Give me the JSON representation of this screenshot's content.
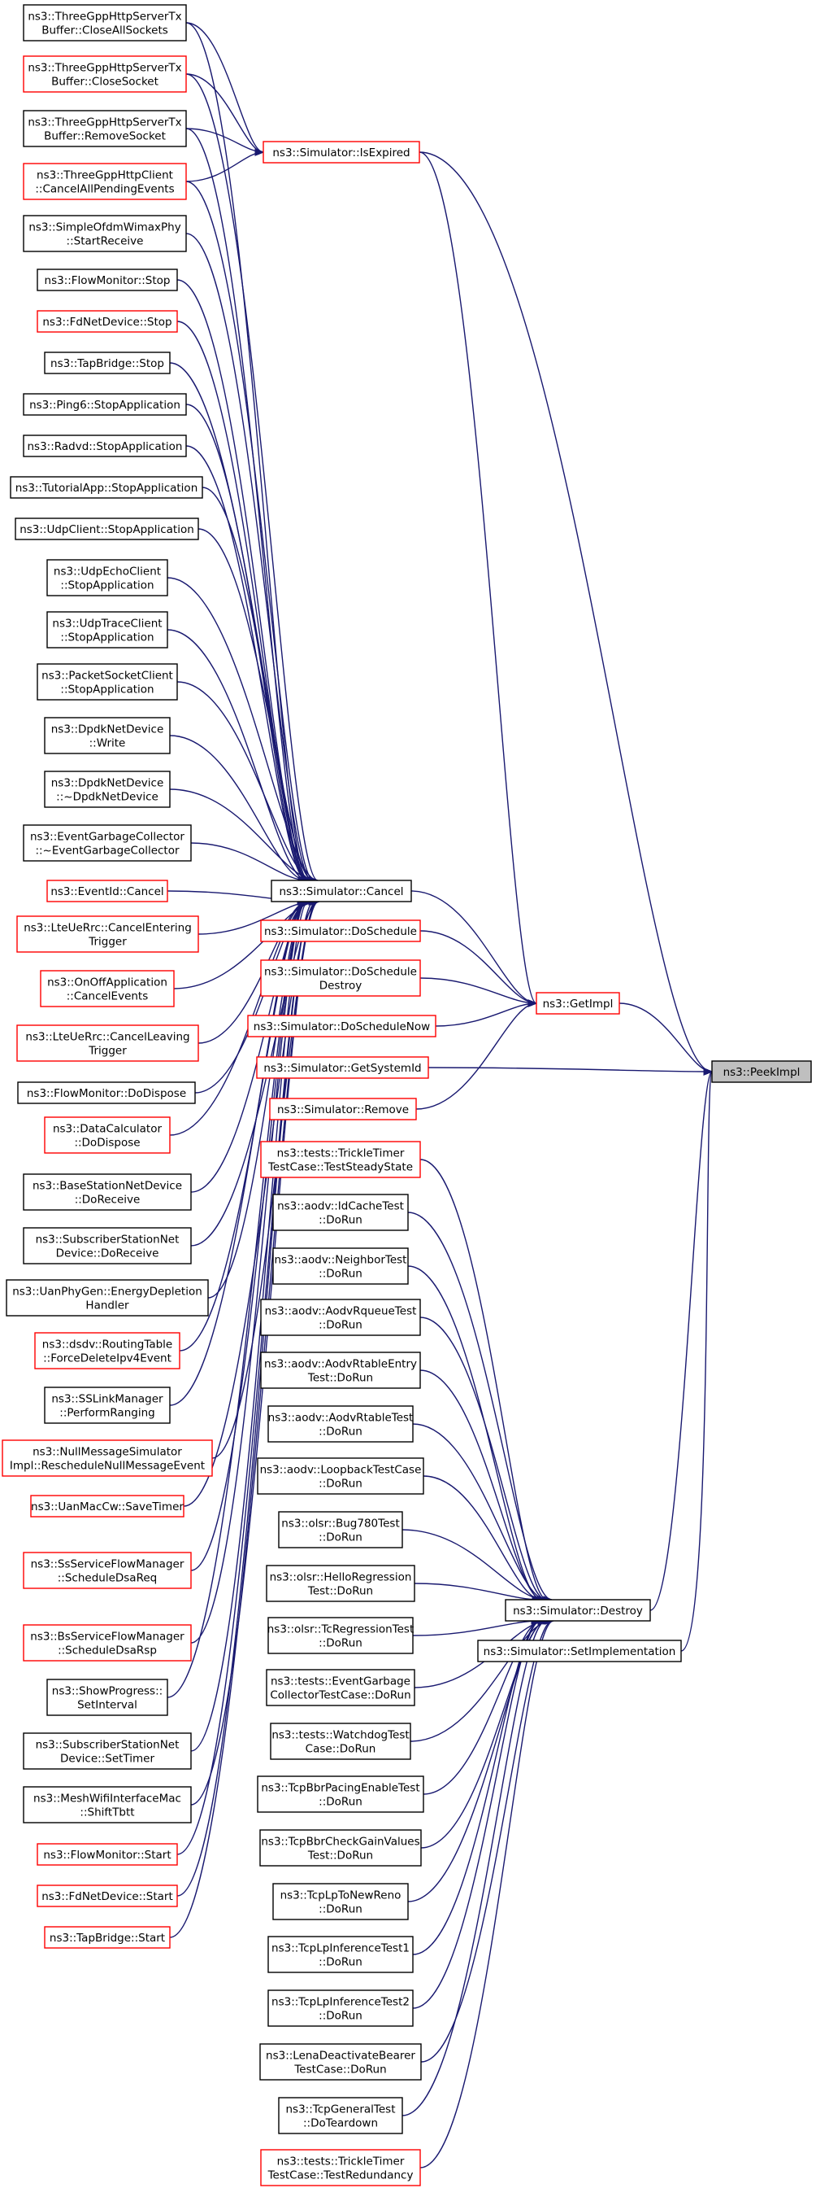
{
  "colors": {
    "edge": "#191970",
    "node_border_black": "#000000",
    "node_border_red": "#ff0000",
    "highlight_fill": "#bfbfbf"
  },
  "nodes": [
    {
      "id": "peekimpl",
      "lines": [
        "ns3::PeekImpl"
      ],
      "border": "black",
      "highlight": true
    },
    {
      "id": "isexpired",
      "lines": [
        "ns3::Simulator::IsExpired"
      ],
      "border": "red"
    },
    {
      "id": "getimpl",
      "lines": [
        "ns3::GetImpl"
      ],
      "border": "red"
    },
    {
      "id": "cancel",
      "lines": [
        "ns3::Simulator::Cancel"
      ],
      "border": "black"
    },
    {
      "id": "destroy",
      "lines": [
        "ns3::Simulator::Destroy"
      ],
      "border": "black"
    },
    {
      "id": "setimpl",
      "lines": [
        "ns3::Simulator::SetImplementation"
      ],
      "border": "black"
    },
    {
      "id": "doschedule",
      "lines": [
        "ns3::Simulator::DoSchedule"
      ],
      "border": "red"
    },
    {
      "id": "doscheduledestroy",
      "lines": [
        "ns3::Simulator::DoSchedule",
        "Destroy"
      ],
      "border": "red"
    },
    {
      "id": "doschedulenow",
      "lines": [
        "ns3::Simulator::DoScheduleNow"
      ],
      "border": "red"
    },
    {
      "id": "getsystemid",
      "lines": [
        "ns3::Simulator::GetSystemId"
      ],
      "border": "red"
    },
    {
      "id": "remove",
      "lines": [
        "ns3::Simulator::Remove"
      ],
      "border": "red"
    },
    {
      "id": "closeallsockets",
      "lines": [
        "ns3::ThreeGppHttpServerTx",
        "Buffer::CloseAllSockets"
      ],
      "border": "black"
    },
    {
      "id": "closesocket",
      "lines": [
        "ns3::ThreeGppHttpServerTx",
        "Buffer::CloseSocket"
      ],
      "border": "red"
    },
    {
      "id": "removesocket",
      "lines": [
        "ns3::ThreeGppHttpServerTx",
        "Buffer::RemoveSocket"
      ],
      "border": "black"
    },
    {
      "id": "cancelallpending",
      "lines": [
        "ns3::ThreeGppHttpClient",
        "::CancelAllPendingEvents"
      ],
      "border": "red"
    },
    {
      "id": "simpleofdm",
      "lines": [
        "ns3::SimpleOfdmWimaxPhy",
        "::StartReceive"
      ],
      "border": "black"
    },
    {
      "id": "flowmonitorstop",
      "lines": [
        "ns3::FlowMonitor::Stop"
      ],
      "border": "black"
    },
    {
      "id": "fdnetdevicestop",
      "lines": [
        "ns3::FdNetDevice::Stop"
      ],
      "border": "red"
    },
    {
      "id": "tapbridgestop",
      "lines": [
        "ns3::TapBridge::Stop"
      ],
      "border": "black"
    },
    {
      "id": "ping6stop",
      "lines": [
        "ns3::Ping6::StopApplication"
      ],
      "border": "black"
    },
    {
      "id": "radvdstop",
      "lines": [
        "ns3::Radvd::StopApplication"
      ],
      "border": "black"
    },
    {
      "id": "tutorialstop",
      "lines": [
        "ns3::TutorialApp::StopApplication"
      ],
      "border": "black"
    },
    {
      "id": "udpclientstop",
      "lines": [
        "ns3::UdpClient::StopApplication"
      ],
      "border": "black"
    },
    {
      "id": "udpechostop",
      "lines": [
        "ns3::UdpEchoClient",
        "::StopApplication"
      ],
      "border": "black"
    },
    {
      "id": "udptracestop",
      "lines": [
        "ns3::UdpTraceClient",
        "::StopApplication"
      ],
      "border": "black"
    },
    {
      "id": "packetsocketstop",
      "lines": [
        "ns3::PacketSocketClient",
        "::StopApplication"
      ],
      "border": "black"
    },
    {
      "id": "dpdkwrite",
      "lines": [
        "ns3::DpdkNetDevice",
        "::Write"
      ],
      "border": "black"
    },
    {
      "id": "dpdkdtor",
      "lines": [
        "ns3::DpdkNetDevice",
        "::~DpdkNetDevice"
      ],
      "border": "black"
    },
    {
      "id": "eventgarbage",
      "lines": [
        "ns3::EventGarbageCollector",
        "::~EventGarbageCollector"
      ],
      "border": "black"
    },
    {
      "id": "eventidcancel",
      "lines": [
        "ns3::EventId::Cancel"
      ],
      "border": "red"
    },
    {
      "id": "lteueentering",
      "lines": [
        "ns3::LteUeRrc::CancelEntering",
        "Trigger"
      ],
      "border": "red"
    },
    {
      "id": "onoffcancel",
      "lines": [
        "ns3::OnOffApplication",
        "::CancelEvents"
      ],
      "border": "red"
    },
    {
      "id": "lteueleaving",
      "lines": [
        "ns3::LteUeRrc::CancelLeaving",
        "Trigger"
      ],
      "border": "red"
    },
    {
      "id": "flowmonitordispose",
      "lines": [
        "ns3::FlowMonitor::DoDispose"
      ],
      "border": "black"
    },
    {
      "id": "datacalcdispose",
      "lines": [
        "ns3::DataCalculator",
        "::DoDispose"
      ],
      "border": "red"
    },
    {
      "id": "basestationreceive",
      "lines": [
        "ns3::BaseStationNetDevice",
        "::DoReceive"
      ],
      "border": "black"
    },
    {
      "id": "subscriberreceive",
      "lines": [
        "ns3::SubscriberStationNet",
        "Device::DoReceive"
      ],
      "border": "black"
    },
    {
      "id": "uanphygen",
      "lines": [
        "ns3::UanPhyGen::EnergyDepletion",
        "Handler"
      ],
      "border": "black"
    },
    {
      "id": "dsdvforce",
      "lines": [
        "ns3::dsdv::RoutingTable",
        "::ForceDeleteIpv4Event"
      ],
      "border": "red"
    },
    {
      "id": "sslink",
      "lines": [
        "ns3::SSLinkManager",
        "::PerformRanging"
      ],
      "border": "black"
    },
    {
      "id": "nullmessage",
      "lines": [
        "ns3::NullMessageSimulator",
        "Impl::RescheduleNullMessageEvent"
      ],
      "border": "red"
    },
    {
      "id": "uanmaccw",
      "lines": [
        "ns3::UanMacCw::SaveTimer"
      ],
      "border": "red"
    },
    {
      "id": "ssservice",
      "lines": [
        "ns3::SsServiceFlowManager",
        "::ScheduleDsaReq"
      ],
      "border": "red"
    },
    {
      "id": "bsservice",
      "lines": [
        "ns3::BsServiceFlowManager",
        "::ScheduleDsaRsp"
      ],
      "border": "red"
    },
    {
      "id": "showprogress",
      "lines": [
        "ns3::ShowProgress::",
        "SetInterval"
      ],
      "border": "black"
    },
    {
      "id": "subscribertimer",
      "lines": [
        "ns3::SubscriberStationNet",
        "Device::SetTimer"
      ],
      "border": "black"
    },
    {
      "id": "meshwifi",
      "lines": [
        "ns3::MeshWifiInterfaceMac",
        "::ShiftTbtt"
      ],
      "border": "black"
    },
    {
      "id": "flowmonitorstart",
      "lines": [
        "ns3::FlowMonitor::Start"
      ],
      "border": "red"
    },
    {
      "id": "fdnetdevicestart",
      "lines": [
        "ns3::FdNetDevice::Start"
      ],
      "border": "red"
    },
    {
      "id": "tapbridgestart",
      "lines": [
        "ns3::TapBridge::Start"
      ],
      "border": "red"
    },
    {
      "id": "tricklesteady",
      "lines": [
        "ns3::tests::TrickleTimer",
        "TestCase::TestSteadyState"
      ],
      "border": "red"
    },
    {
      "id": "aodvidcache",
      "lines": [
        "ns3::aodv::IdCacheTest",
        "::DoRun"
      ],
      "border": "black"
    },
    {
      "id": "aodvneighbor",
      "lines": [
        "ns3::aodv::NeighborTest",
        "::DoRun"
      ],
      "border": "black"
    },
    {
      "id": "aodvrqueue",
      "lines": [
        "ns3::aodv::AodvRqueueTest",
        "::DoRun"
      ],
      "border": "black"
    },
    {
      "id": "aodvrtableentry",
      "lines": [
        "ns3::aodv::AodvRtableEntry",
        "Test::DoRun"
      ],
      "border": "black"
    },
    {
      "id": "aodvrtable",
      "lines": [
        "ns3::aodv::AodvRtableTest",
        "::DoRun"
      ],
      "border": "black"
    },
    {
      "id": "aodvloopback",
      "lines": [
        "ns3::aodv::LoopbackTestCase",
        "::DoRun"
      ],
      "border": "black"
    },
    {
      "id": "olsrbug",
      "lines": [
        "ns3::olsr::Bug780Test",
        "::DoRun"
      ],
      "border": "black"
    },
    {
      "id": "olsrhello",
      "lines": [
        "ns3::olsr::HelloRegression",
        "Test::DoRun"
      ],
      "border": "black"
    },
    {
      "id": "olsrtc",
      "lines": [
        "ns3::olsr::TcRegressionTest",
        "::DoRun"
      ],
      "border": "black"
    },
    {
      "id": "eventgarbagetest",
      "lines": [
        "ns3::tests::EventGarbage",
        "CollectorTestCase::DoRun"
      ],
      "border": "black"
    },
    {
      "id": "watchdog",
      "lines": [
        "ns3::tests::WatchdogTest",
        "Case::DoRun"
      ],
      "border": "black"
    },
    {
      "id": "tcpbbrpacing",
      "lines": [
        "ns3::TcpBbrPacingEnableTest",
        "::DoRun"
      ],
      "border": "black"
    },
    {
      "id": "tcpbbrgain",
      "lines": [
        "ns3::TcpBbrCheckGainValues",
        "Test::DoRun"
      ],
      "border": "black"
    },
    {
      "id": "tcplptonew",
      "lines": [
        "ns3::TcpLpToNewReno",
        "::DoRun"
      ],
      "border": "black"
    },
    {
      "id": "tcplpinf1",
      "lines": [
        "ns3::TcpLpInferenceTest1",
        "::DoRun"
      ],
      "border": "black"
    },
    {
      "id": "tcplpinf2",
      "lines": [
        "ns3::TcpLpInferenceTest2",
        "::DoRun"
      ],
      "border": "black"
    },
    {
      "id": "lenadeactivate",
      "lines": [
        "ns3::LenaDeactivateBearer",
        "TestCase::DoRun"
      ],
      "border": "black"
    },
    {
      "id": "tcpgeneral",
      "lines": [
        "ns3::TcpGeneralTest",
        "::DoTeardown"
      ],
      "border": "black"
    },
    {
      "id": "trickleredundancy",
      "lines": [
        "ns3::tests::TrickleTimer",
        "TestCase::TestRedundancy"
      ],
      "border": "red"
    }
  ]
}
